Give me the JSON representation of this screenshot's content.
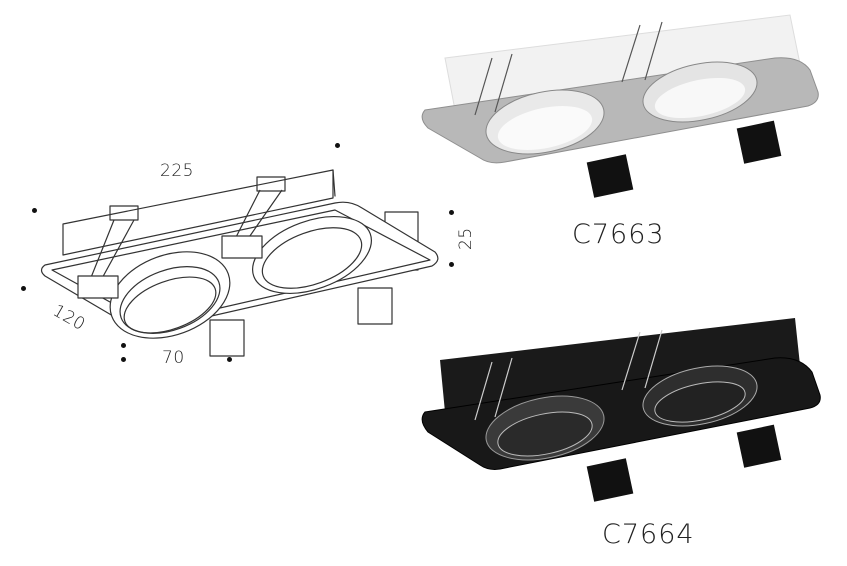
{
  "drawing": {
    "dimensions": {
      "length": "225",
      "height": "25",
      "width": "120",
      "cutout": "70"
    }
  },
  "products": [
    {
      "code": "C7663",
      "finish": "white/silver",
      "color": "#b9b9b9"
    },
    {
      "code": "C7664",
      "finish": "black",
      "color": "#151515"
    }
  ]
}
